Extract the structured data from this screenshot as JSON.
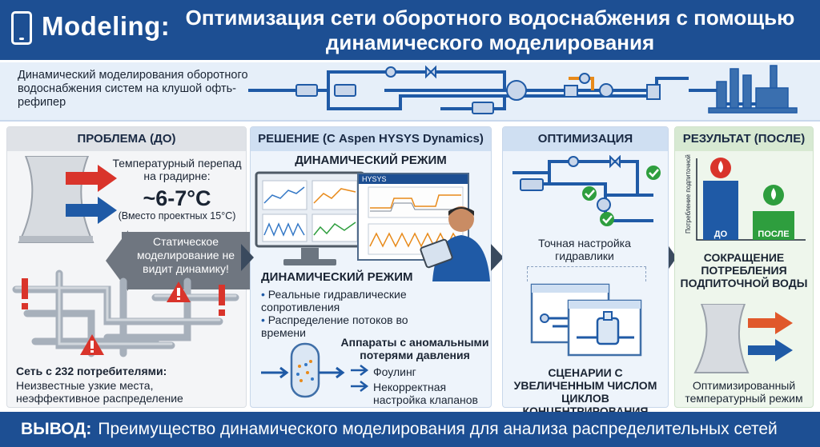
{
  "header": {
    "brand": "Modeling:",
    "title": "Оптимизация сети оборотного водоснабжения с помощью динамического моделирования"
  },
  "subheader": {
    "text": "Динамический моделирования оборотного водоснабжения систем на клушой офть-рефипер"
  },
  "problem": {
    "head": "ПРОБЛЕМА (ДО)",
    "temp_label": "Температурный перепад на градирне:",
    "temp_value": "~6-7°C",
    "temp_note": "(Вместо проектных 15°C)",
    "bubble": "Статическое моделирование не видит динамику!",
    "network_title": "Сеть с 232 потребителями:",
    "network_text": "Неизвестные узкие места, неэффективное распределение"
  },
  "solution": {
    "head": "РЕШЕНИЕ (С Aspen HYSYS Dynamics)",
    "mode_top": "ДИНАМИЧЕСКИЙ РЕЖИМ",
    "app_label": "HYSYS",
    "mode_mid": "ДИНАМИЧЕСКИЙ РЕЖИМ",
    "bullets": [
      "Реальные гидравлические сопротивления",
      "Распределение потоков во времени"
    ],
    "devices_title": "Аппараты с аномальными потерями давления",
    "arrows": [
      "Фоулинг",
      "Некорректная настройка клапанов"
    ]
  },
  "optimization": {
    "head": "ОПТИМИЗАЦИЯ",
    "tuning": "Точная настройка гидравлики",
    "scenarios": "СЦЕНАРИИ С УВЕЛИЧЕННЫМ ЧИСЛОМ ЦИКЛОВ КОНЦЕНТРИРОВАНИЯ"
  },
  "result": {
    "head": "РЕЗУЛЬТАТ (ПОСЛЕ)",
    "axis_label": "Потребление подпиточной воды",
    "bar_before": "ДО",
    "bar_after": "ПОСЛЕ",
    "reduction": "СОКРАЩЕНИЕ ПОТРЕБЛЕНИЯ ПОДПИТОЧНОЙ ВОДЫ",
    "optimized": "Оптимизированный температурный режим"
  },
  "footer": {
    "key": "ВЫВОД:",
    "text": "Преимущество динамического моделирования для анализа распределительных сетей"
  },
  "colors": {
    "navy": "#1d4f93",
    "pipe": "#1f5aa6",
    "red": "#d9342b",
    "green": "#2e9e3e",
    "orange": "#e88a1a"
  }
}
